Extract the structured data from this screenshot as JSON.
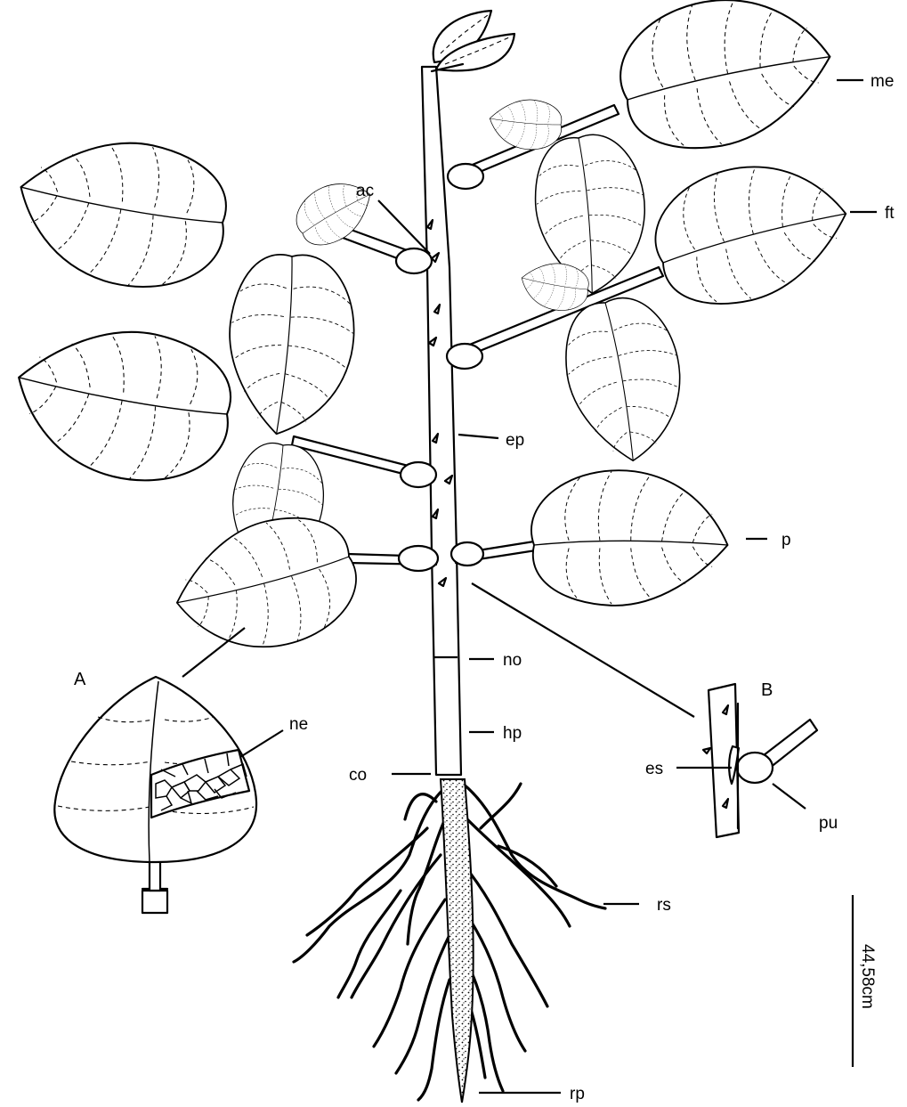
{
  "labels": {
    "me": "me",
    "ft": "ft",
    "ac": "ac",
    "ep": "ep",
    "p": "p",
    "no": "no",
    "hp": "hp",
    "co": "co",
    "rs": "rs",
    "rp": "rp",
    "ne": "ne",
    "es": "es",
    "pu": "pu"
  },
  "insets": {
    "a": "A",
    "b": "B"
  },
  "scale_bar": {
    "text": "44,58cm"
  }
}
